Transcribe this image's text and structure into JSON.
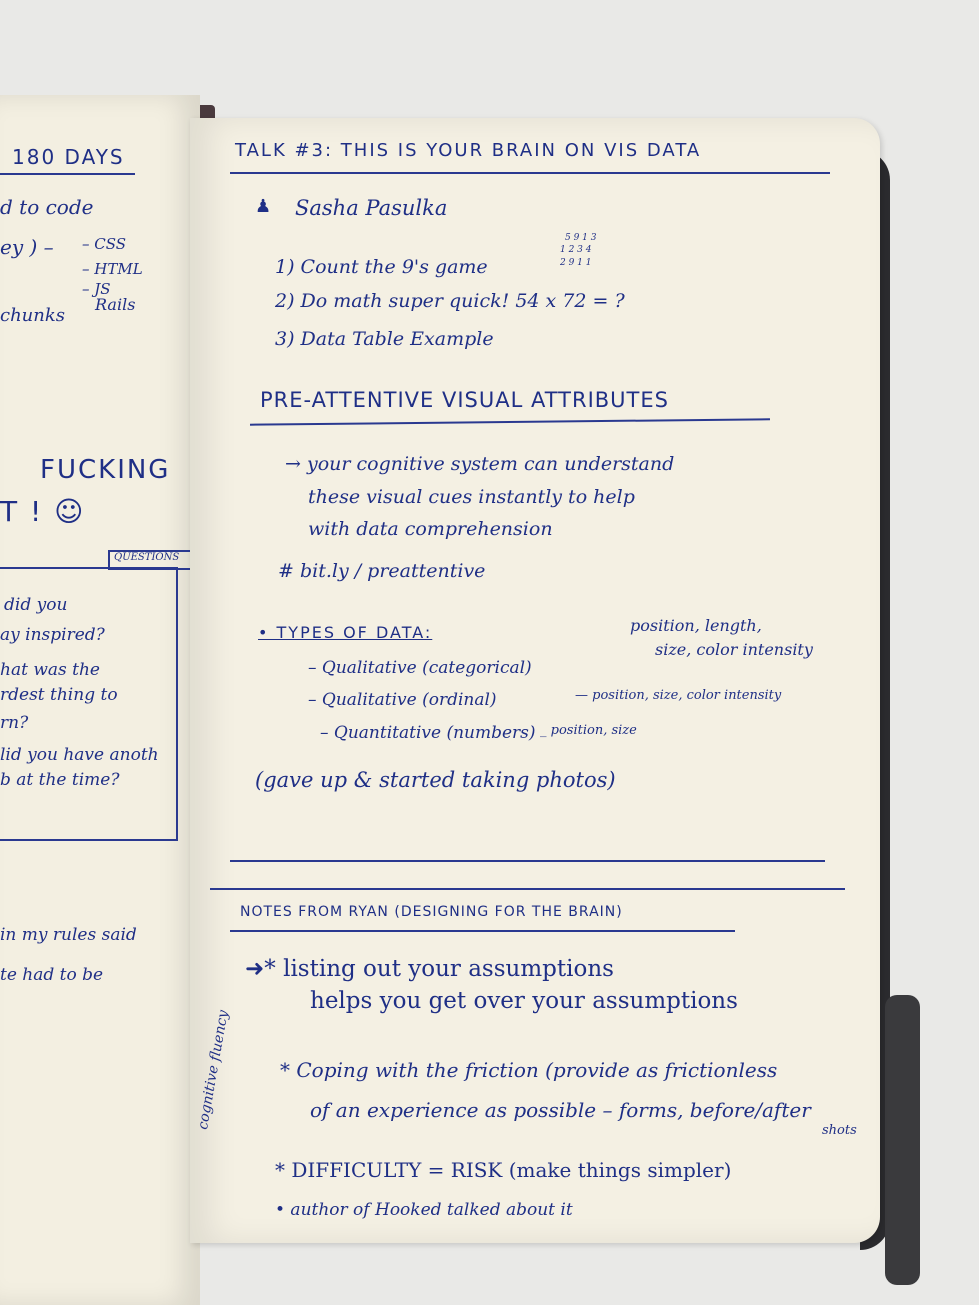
{
  "left": {
    "days": "180 DAYS",
    "to_code": "d to code",
    "ey": "ey ) –",
    "css": "– CSS",
    "html": "– HTML",
    "js": "– JS",
    "chunks": "chunks",
    "rails": "Rails",
    "fucking": "FUCKING",
    "t": "T ! ☺",
    "questions": "QUESTIONS",
    "q1": "did you",
    "q2": "ay inspired?",
    "q3": "hat was the",
    "q4": "rdest thing to",
    "q5": "rn?",
    "q6": "lid you have anoth",
    "q7": "b at the time?",
    "rules1": "in my rules said",
    "rules2": "te had to be"
  },
  "right": {
    "title": "TALK #3: THIS IS YOUR BRAIN ON VIS DATA",
    "speaker": "Sasha Pasulka",
    "game_digits": [
      "5 9 1 3",
      "1 2 3 4",
      "2 9 1 1"
    ],
    "items": [
      "1) Count the 9's game",
      "2) Do math super quick!  54 x 72 = ?",
      "3) Data Table Example"
    ],
    "heading_preattentive": "PRE-ATTENTIVE VISUAL ATTRIBUTES",
    "cognitive": [
      "→ your cognitive system can understand",
      "these visual cues instantly to help",
      "with data comprehension"
    ],
    "link": "# bit.ly / preattentive",
    "types_heading": "• TYPES OF DATA:",
    "types": [
      "– Qualitative (categorical)",
      "– Qualitative (ordinal)",
      "– Quantitative (numbers)"
    ],
    "attrs": [
      "position, length,",
      "size, color intensity",
      "— position, size, color intensity",
      "_ position, size"
    ],
    "gave_up": "(gave up & started taking photos)",
    "notes_heading": "NOTES FROM RYAN (DESIGNING FOR THE BRAIN)",
    "note1a": "➜* listing out your assumptions",
    "note1b": "helps you get over your assumptions",
    "note2a": "* Coping with the friction (provide as frictionless",
    "note2b": "of an experience as possible – forms, before/after",
    "note2c": "shots",
    "side_note": "cognitive fluency",
    "note3": "* DIFFICULTY = RISK   (make things simpler)",
    "note4": "• author of Hooked talked about it"
  }
}
